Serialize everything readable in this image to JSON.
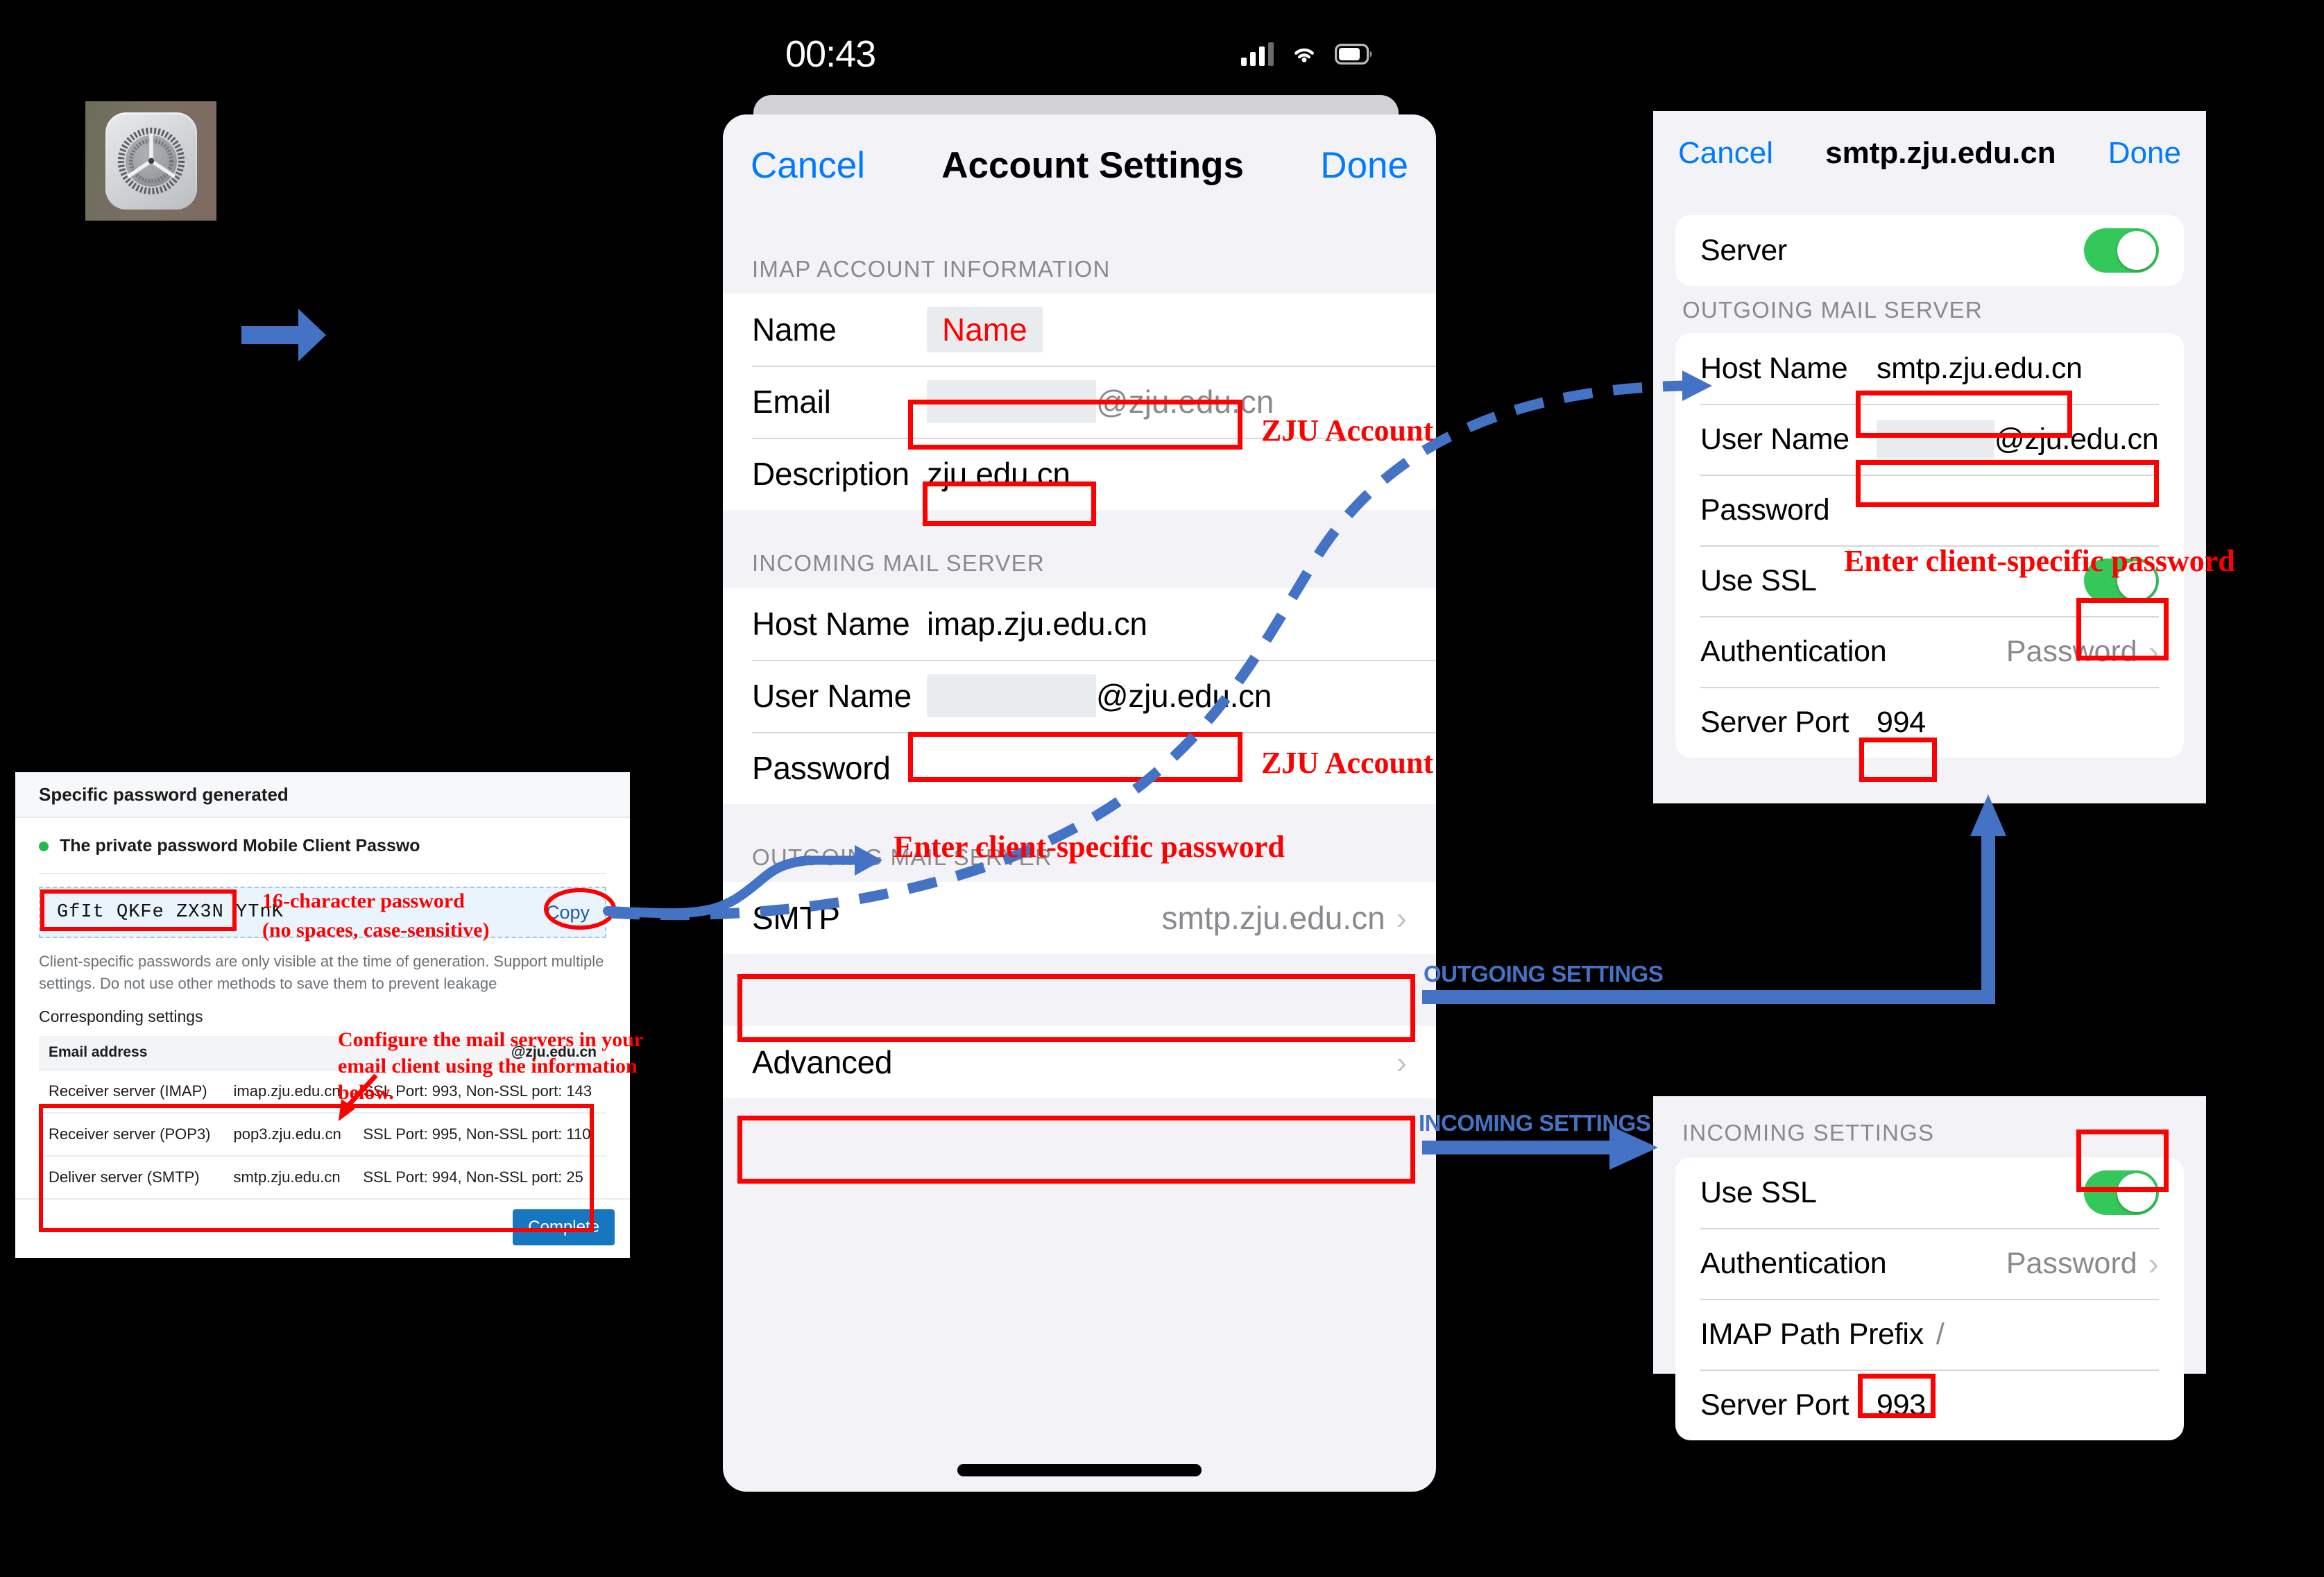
{
  "statusbar": {
    "time": "00:43",
    "signal_icon": "cellular-bars-icon",
    "wifi_icon": "wifi-icon",
    "battery_icon": "battery-icon"
  },
  "settings_app": {
    "icon_name": "ios-settings-gear-icon"
  },
  "phone": {
    "nav": {
      "cancel": "Cancel",
      "title": "Account Settings",
      "done": "Done"
    },
    "sections": [
      {
        "header": "IMAP ACCOUNT INFORMATION",
        "rows": [
          {
            "label": "Name",
            "value": "Name"
          },
          {
            "label": "Email",
            "value": "@zju.edu.cn"
          },
          {
            "label": "Description",
            "value": "zju.edu.cn"
          }
        ]
      },
      {
        "header": "INCOMING MAIL SERVER",
        "rows": [
          {
            "label": "Host Name",
            "value": "imap.zju.edu.cn"
          },
          {
            "label": "User Name",
            "value": "@zju.edu.cn"
          },
          {
            "label": "Password",
            "value": ""
          }
        ]
      },
      {
        "header": "OUTGOING MAIL SERVER",
        "rows": [
          {
            "label": "SMTP",
            "value": "smtp.zju.edu.cn"
          }
        ]
      },
      {
        "header": "",
        "rows": [
          {
            "label": "Advanced",
            "value": ""
          }
        ]
      }
    ]
  },
  "smtp_panel": {
    "nav": {
      "cancel": "Cancel",
      "title": "smtp.zju.edu.cn",
      "done": "Done"
    },
    "server_row": {
      "label": "Server",
      "toggle": "on"
    },
    "section_header": "OUTGOING MAIL SERVER",
    "rows": [
      {
        "label": "Host Name",
        "value": "smtp.zju.edu.cn"
      },
      {
        "label": "User Name",
        "value": "@zju.edu.cn"
      },
      {
        "label": "Password",
        "value": ""
      },
      {
        "label": "Use SSL",
        "value": "",
        "toggle": "on"
      },
      {
        "label": "Authentication",
        "value": "Password",
        "chevron": "›"
      },
      {
        "label": "Server Port",
        "value": "994"
      }
    ]
  },
  "incoming_panel": {
    "section_header": "INCOMING SETTINGS",
    "rows": [
      {
        "label": "Use SSL",
        "value": "",
        "toggle": "on"
      },
      {
        "label": "Authentication",
        "value": "Password",
        "chevron": "›"
      },
      {
        "label": "IMAP Path Prefix",
        "value": "/"
      },
      {
        "label": "Server Port",
        "value": "993"
      }
    ]
  },
  "password_dialog": {
    "title": "Specific password generated",
    "bullet": "The private password Mobile Client Passwo",
    "password": "GfIt  QKFe  ZX3N  YTnK",
    "copy_label": "Copy",
    "note": "Client-specific passwords are only visible at the time of generation. Support multiple settings. Do not use other methods to save them to prevent leakage",
    "subtitle": "Corresponding settings",
    "table": {
      "header": {
        "col1": "Email address",
        "col2": "",
        "col3": "@zju.edu.cn"
      },
      "rows": [
        {
          "name": "Receiver server (IMAP)",
          "host": "imap.zju.edu.cn",
          "ports": "SSL Port: 993, Non-SSL port: 143"
        },
        {
          "name": "Receiver server (POP3)",
          "host": "pop3.zju.edu.cn",
          "ports": "SSL Port: 995, Non-SSL port: 110"
        },
        {
          "name": "Deliver server (SMTP)",
          "host": "smtp.zju.edu.cn",
          "ports": "SSL Port: 994, Non-SSL port: 25"
        }
      ]
    },
    "complete_label": "Complete"
  },
  "annotations": {
    "email_note": "ZJU Account",
    "username_note": "ZJU Account",
    "password_note": "Enter client-specific password",
    "smtp_password_note": "Enter client-specific password",
    "pw_len_line1": "16-character password",
    "pw_len_line2": "(no spaces, case-sensitive)",
    "configure_line1": "Configure the mail servers in your",
    "configure_line2": "email client using the information",
    "configure_line3": "below.",
    "outgoing_settings": "OUTGOING SETTINGS",
    "incoming_settings": "INCOMING SETTINGS"
  },
  "colors": {
    "ios_blue": "#007aff",
    "annotation_red": "#ff0000",
    "arrow_blue": "#4472c4",
    "toggle_green": "#34c759",
    "panel_bg": "#f2f2f7"
  }
}
